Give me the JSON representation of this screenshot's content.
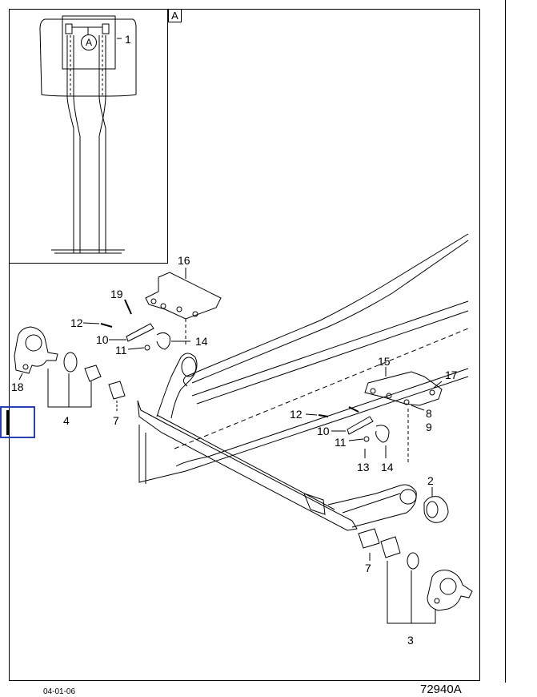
{
  "detail": {
    "tag": "A",
    "circle_label": "A",
    "part": "1"
  },
  "callouts": {
    "c16": "16",
    "c19": "19",
    "c12a": "12",
    "c10a": "10",
    "c11a": "11",
    "c14a": "14",
    "c18": "18",
    "c4": "4",
    "c7a": "7",
    "c15": "15",
    "c17": "17",
    "c8": "8",
    "c9": "9",
    "c12b": "12",
    "c10b": "10",
    "c11b": "11",
    "c13": "13",
    "c14b": "14",
    "c2": "2",
    "c7b": "7",
    "c3": "3"
  },
  "footer": {
    "date": "04-01-06",
    "figure_id": "72940A"
  },
  "colors": {
    "line": "#000000",
    "selection": "#2a3fb5"
  }
}
